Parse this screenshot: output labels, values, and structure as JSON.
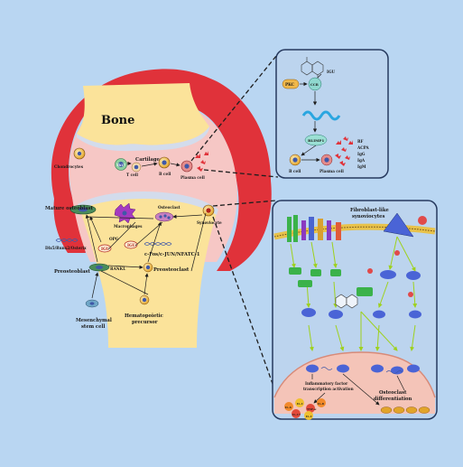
{
  "colors": {
    "background": "#b9d6f2",
    "bone": "#fbe39a",
    "synovium": "#e0323a",
    "panel": "#bcd4ee",
    "panel_border": "#26395e",
    "arrow": "#1e1e1e",
    "pathway": "#b6e62a",
    "receptor": "#3a64d6"
  },
  "joint": {
    "bone_title": "Bone",
    "cartilage": "Cartilage",
    "chondrocytes": "Chondrocytes",
    "th17": "Th17",
    "t_cell": "T cell",
    "b_cell": "B cell",
    "plasma_cell": "Plasma cell",
    "mature_osteoblast": "Mature osteoblast",
    "runx2": "Dlx5/Runx2/Osterix",
    "opg": "OPG",
    "macrophages": "Macrophages",
    "osteoclast": "Osteoclast",
    "synoviocyte": "Synoviocyte",
    "igu_left": "IGU",
    "igu_right": "IGU",
    "nfatc": "c-Fos/c-JUN/NFATC-1",
    "preosteoblast": "Preosteoblast",
    "rankl": "RANKL",
    "preosteoclast": "Preosteoclast",
    "mesenchymal": "Mesenchymal",
    "stem_cell": "stem cell",
    "hematopoietic": "Hematopoietic",
    "precursor": "precursor"
  },
  "top_panel": {
    "igu": "IGU",
    "pkc": "PKC",
    "ccr": "CCR",
    "blimp1": "BLIMP1",
    "b_cell": "B cell",
    "plasma_cell": "Plasma cell",
    "antibodies": [
      "RF",
      "ACPA",
      "IgG",
      "IgA",
      "IgM"
    ]
  },
  "bottom_panel": {
    "title_line1": "Fibroblast-like",
    "title_line2": "synoviocytes",
    "inflammatory_line1": "Inflammatory factor",
    "inflammatory_line2": "transcription activation",
    "osteoclast_line1": "Osteoclast",
    "osteoclast_line2": "differentiation",
    "cytokines": [
      "IL-6",
      "IL-1",
      "TNF-α",
      "IL-8",
      "IL-17",
      "IL-1"
    ]
  }
}
